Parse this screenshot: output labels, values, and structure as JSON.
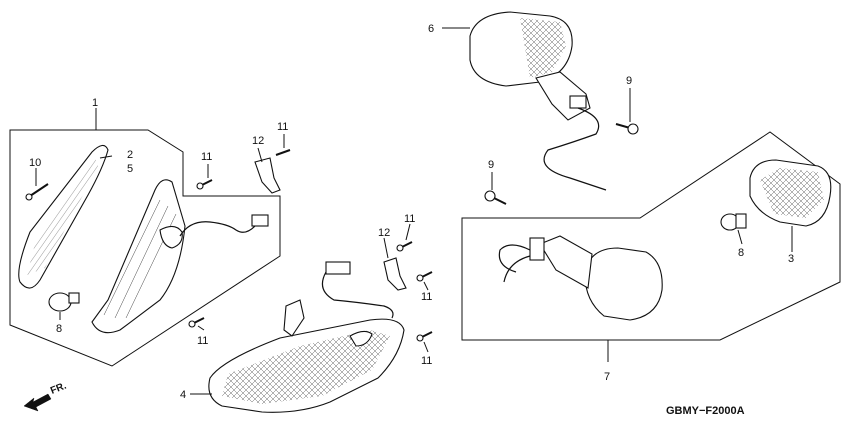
{
  "diagram": {
    "callouts": {
      "c1": "1",
      "c2": "2",
      "c5": "5",
      "c10": "10",
      "c8a": "8",
      "c12a": "12",
      "c11a": "11",
      "c11b": "11",
      "c11c": "11",
      "c4": "4",
      "c12b": "12",
      "c11d": "11",
      "c11e": "11",
      "c11f": "11",
      "c6": "6",
      "c9a": "9",
      "c9b": "9",
      "c8b": "8",
      "c3": "3",
      "c7": "7"
    },
    "direction_label": "FR.",
    "diagram_code": "GBMY−F2000A"
  }
}
